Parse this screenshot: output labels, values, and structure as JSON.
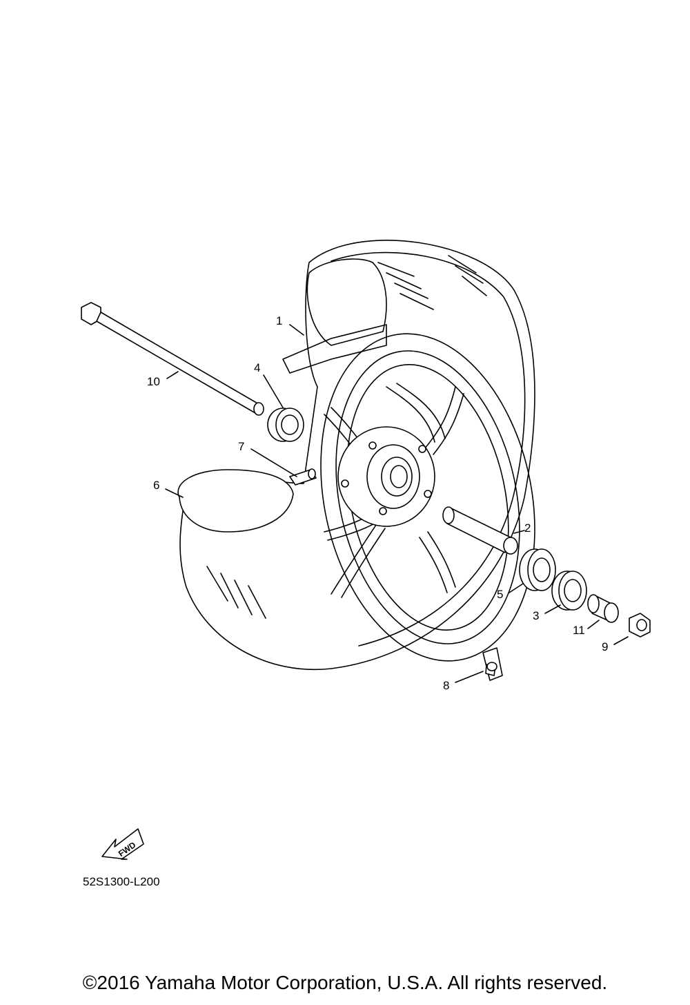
{
  "callouts": [
    "1",
    "2",
    "3",
    "4",
    "5",
    "6",
    "7",
    "8",
    "9",
    "10",
    "11"
  ],
  "diagram_code": "52S1300-L200",
  "fwd_label": "FWD",
  "copyright": "©2016 Yamaha Motor Corporation, U.S.A. All rights reserved."
}
